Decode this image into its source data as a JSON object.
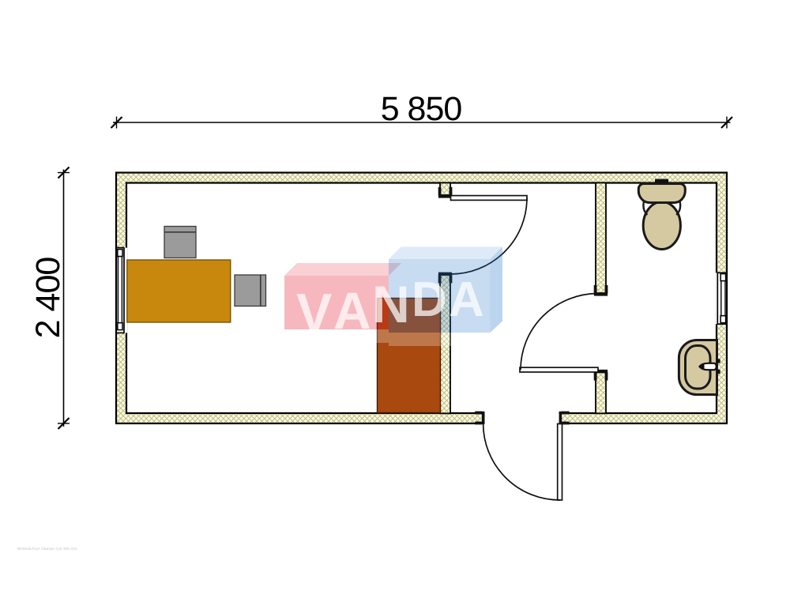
{
  "page": {
    "background": "#ffffff",
    "kind": "architectural floor plan"
  },
  "dimensions": {
    "width_label": "5 850",
    "height_label": "2 400",
    "line_color": "#000000"
  },
  "walls": {
    "hatch_line_color": "#bdbb6e",
    "hatch_bg_color": "#faf9ea",
    "outline_color": "#000000"
  },
  "furniture": {
    "desk": {
      "name": "desk",
      "fill": "#c8870d",
      "stroke": "#6e4d00"
    },
    "chair_top": {
      "name": "office chair",
      "fill": "#9b9b9b",
      "stroke": "#3a3a3a"
    },
    "chair_right": {
      "name": "office chair",
      "fill": "#9b9b9b",
      "stroke": "#3a3a3a"
    },
    "cabinet": {
      "name": "cabinet",
      "fill": "#a9490f",
      "stroke": "#401c04"
    }
  },
  "sanitary": {
    "toilet": {
      "name": "toilet",
      "fill": "#d5c9a2",
      "stroke": "#1a1a1a"
    },
    "sink": {
      "name": "wash basin",
      "fill": "#d5c9a2",
      "stroke": "#1a1a1a"
    }
  },
  "doors": {
    "office_door": "office door",
    "bathroom_door": "bathroom door",
    "entrance_door": "entrance door"
  },
  "windows": {
    "left_window": "left wall window",
    "right_window": "right wall window"
  },
  "watermark": {
    "text": "VANDA",
    "letters": [
      "V",
      "A",
      "N",
      "D",
      "A"
    ],
    "red_box_color": "#e01428",
    "blue_box_color": "#2070c8",
    "letters_color": "#ffffff"
  },
  "footnote": {
    "text": "BKModul'nye zdaniya 3,5t 365 243",
    "color": "#c4c4c4"
  }
}
